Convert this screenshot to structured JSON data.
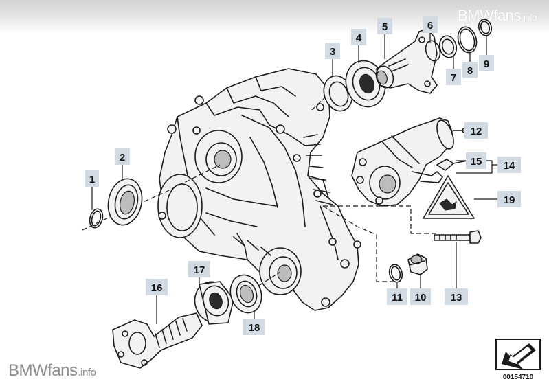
{
  "watermark_top": {
    "brand": "BMWfans",
    "suffix": ".info"
  },
  "watermark_bottom": {
    "brand": "BMWfans",
    "suffix": ".info"
  },
  "reference_number": "00154710",
  "part_labels": [
    {
      "id": "1",
      "text": "1"
    },
    {
      "id": "2",
      "text": "2"
    },
    {
      "id": "3",
      "text": "3"
    },
    {
      "id": "4",
      "text": "4"
    },
    {
      "id": "5",
      "text": "5"
    },
    {
      "id": "6",
      "text": "6"
    },
    {
      "id": "7",
      "text": "7"
    },
    {
      "id": "8",
      "text": "8"
    },
    {
      "id": "9",
      "text": "9"
    },
    {
      "id": "10",
      "text": "10"
    },
    {
      "id": "11",
      "text": "11"
    },
    {
      "id": "12",
      "text": "12"
    },
    {
      "id": "13",
      "text": "13"
    },
    {
      "id": "14",
      "text": "14"
    },
    {
      "id": "15",
      "text": "15"
    },
    {
      "id": "16",
      "text": "16"
    },
    {
      "id": "17",
      "text": "17"
    },
    {
      "id": "18",
      "text": "18"
    },
    {
      "id": "19",
      "text": "19"
    }
  ],
  "colors": {
    "label_box": "#d2dbe4",
    "line": "#1b1b1b",
    "watermark_grey": "#8f8f8f"
  }
}
